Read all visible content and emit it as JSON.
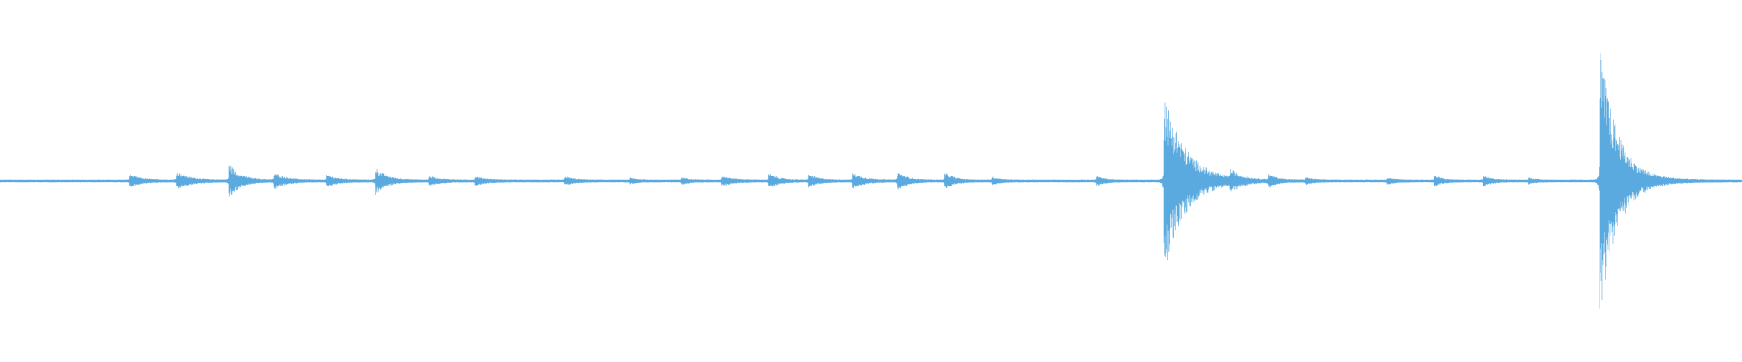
{
  "waveform": {
    "color": "#5aaae0",
    "background": "#ffffff",
    "baseline_level": 0.5,
    "duration": 1.0,
    "noise_floor": 0.004,
    "events": [
      {
        "t": 0.075,
        "peak": 0.03,
        "decay": 0.006
      },
      {
        "t": 0.102,
        "peak": 0.045,
        "decay": 0.007
      },
      {
        "t": 0.132,
        "peak": 0.09,
        "decay": 0.006
      },
      {
        "t": 0.158,
        "peak": 0.04,
        "decay": 0.006
      },
      {
        "t": 0.188,
        "peak": 0.028,
        "decay": 0.006
      },
      {
        "t": 0.216,
        "peak": 0.07,
        "decay": 0.006
      },
      {
        "t": 0.247,
        "peak": 0.02,
        "decay": 0.006
      },
      {
        "t": 0.273,
        "peak": 0.02,
        "decay": 0.006
      },
      {
        "t": 0.325,
        "peak": 0.018,
        "decay": 0.005
      },
      {
        "t": 0.362,
        "peak": 0.012,
        "decay": 0.004
      },
      {
        "t": 0.392,
        "peak": 0.014,
        "decay": 0.004
      },
      {
        "t": 0.415,
        "peak": 0.022,
        "decay": 0.006
      },
      {
        "t": 0.442,
        "peak": 0.035,
        "decay": 0.005
      },
      {
        "t": 0.465,
        "peak": 0.03,
        "decay": 0.005
      },
      {
        "t": 0.49,
        "peak": 0.038,
        "decay": 0.006
      },
      {
        "t": 0.516,
        "peak": 0.045,
        "decay": 0.005
      },
      {
        "t": 0.543,
        "peak": 0.04,
        "decay": 0.005
      },
      {
        "t": 0.57,
        "peak": 0.018,
        "decay": 0.004
      },
      {
        "t": 0.63,
        "peak": 0.022,
        "decay": 0.004
      },
      {
        "t": 0.669,
        "peak": 0.47,
        "decay": 0.012
      },
      {
        "t": 0.707,
        "peak": 0.04,
        "decay": 0.005
      },
      {
        "t": 0.729,
        "peak": 0.03,
        "decay": 0.004
      },
      {
        "t": 0.75,
        "peak": 0.014,
        "decay": 0.004
      },
      {
        "t": 0.797,
        "peak": 0.012,
        "decay": 0.004
      },
      {
        "t": 0.824,
        "peak": 0.025,
        "decay": 0.004
      },
      {
        "t": 0.852,
        "peak": 0.03,
        "decay": 0.004
      },
      {
        "t": 0.878,
        "peak": 0.012,
        "decay": 0.004
      },
      {
        "t": 0.919,
        "peak": 0.71,
        "decay": 0.01
      }
    ]
  }
}
